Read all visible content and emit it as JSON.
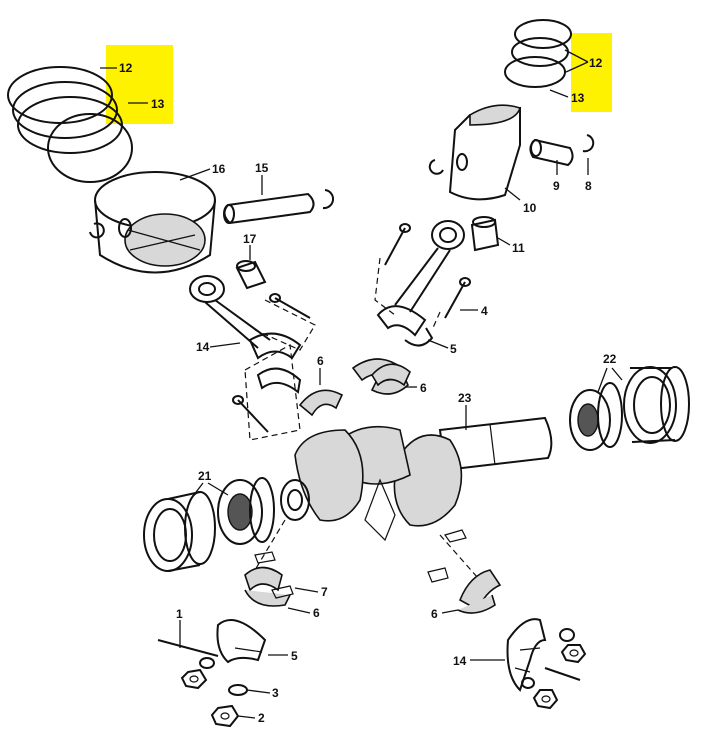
{
  "labels": {
    "l1": "1",
    "l2": "2",
    "l3": "3",
    "l4": "4",
    "l5a": "5",
    "l5b": "5",
    "l6a": "6",
    "l6b": "6",
    "l6c": "6",
    "l6d": "6",
    "l7": "7",
    "l8": "8",
    "l9": "9",
    "l10": "10",
    "l11": "11",
    "l12a": "12",
    "l12b": "12",
    "l13a": "13",
    "l13b": "13",
    "l14a": "14",
    "l14b": "14",
    "l15": "15",
    "l16": "16",
    "l17": "17",
    "l21": "21",
    "l22": "22",
    "l23": "23"
  },
  "highlight_color": "#fff200"
}
